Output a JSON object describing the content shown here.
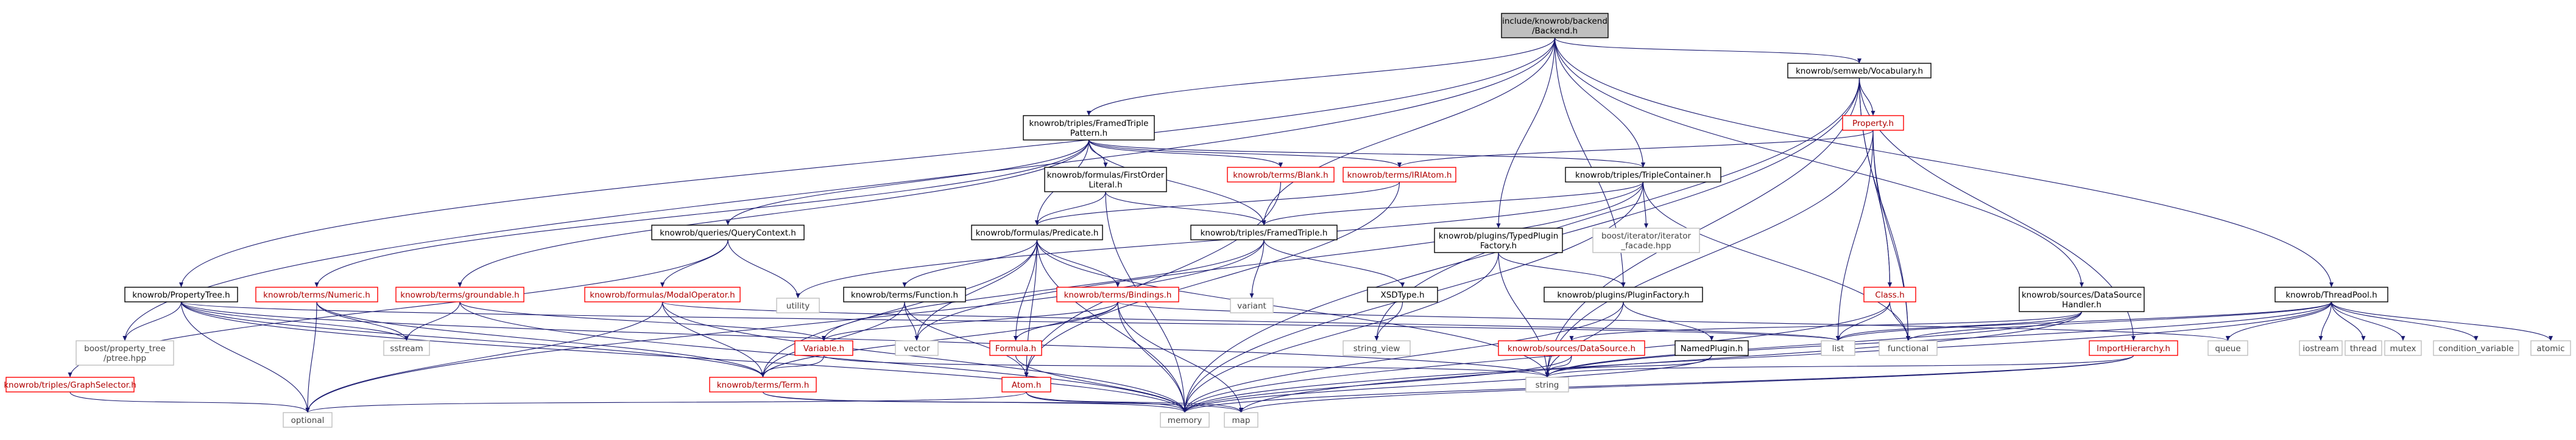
{
  "colors": {
    "edge": "#191970",
    "root_fill": "#bfbfbf",
    "box_border": "#000000",
    "box_fill": "#ffffff",
    "red_border": "#ff0000",
    "red_text": "#b00000",
    "gray_border": "#bfbfbf"
  },
  "nodes": [
    {
      "id": "backend",
      "lines": [
        "include/knowrob/backend",
        "/Backend.h"
      ],
      "kind": "root"
    },
    {
      "id": "framedtriplepattern",
      "lines": [
        "knowrob/triples/FramedTriple",
        "Pattern.h"
      ],
      "kind": "black"
    },
    {
      "id": "vocabulary",
      "lines": [
        "knowrob/semweb/Vocabulary.h"
      ],
      "kind": "black"
    },
    {
      "id": "property_h",
      "lines": [
        "Property.h"
      ],
      "kind": "red"
    },
    {
      "id": "propertytree",
      "lines": [
        "knowrob/PropertyTree.h"
      ],
      "kind": "black"
    },
    {
      "id": "terms_numeric",
      "lines": [
        "knowrob/terms/Numeric.h"
      ],
      "kind": "red"
    },
    {
      "id": "terms_groundable",
      "lines": [
        "knowrob/terms/groundable.h"
      ],
      "kind": "red"
    },
    {
      "id": "formulas_firstorder",
      "lines": [
        "knowrob/formulas/FirstOrder",
        "Literal.h"
      ],
      "kind": "black"
    },
    {
      "id": "terms_blank",
      "lines": [
        "knowrob/terms/Blank.h"
      ],
      "kind": "red"
    },
    {
      "id": "terms_iriatom",
      "lines": [
        "knowrob/terms/IRIAtom.h"
      ],
      "kind": "red"
    },
    {
      "id": "triplecontainer",
      "lines": [
        "knowrob/triples/TripleContainer.h"
      ],
      "kind": "black"
    },
    {
      "id": "querycontext",
      "lines": [
        "knowrob/queries/QueryContext.h"
      ],
      "kind": "black"
    },
    {
      "id": "formulas_predicate",
      "lines": [
        "knowrob/formulas/Predicate.h"
      ],
      "kind": "black"
    },
    {
      "id": "framedtriple",
      "lines": [
        "knowrob/triples/FramedTriple.h"
      ],
      "kind": "black"
    },
    {
      "id": "typedplugin",
      "lines": [
        "knowrob/plugins/TypedPlugin",
        "Factory.h"
      ],
      "kind": "black"
    },
    {
      "id": "iterator_facade",
      "lines": [
        "boost/iterator/iterator",
        "_facade.hpp"
      ],
      "kind": "gray"
    },
    {
      "id": "class_h",
      "lines": [
        "Class.h"
      ],
      "kind": "red"
    },
    {
      "id": "datasourcehandler",
      "lines": [
        "knowrob/sources/DataSource",
        "Handler.h"
      ],
      "kind": "black"
    },
    {
      "id": "threadpool",
      "lines": [
        "knowrob/ThreadPool.h"
      ],
      "kind": "black"
    },
    {
      "id": "modaloperator",
      "lines": [
        "knowrob/formulas/ModalOperator.h"
      ],
      "kind": "red"
    },
    {
      "id": "terms_function",
      "lines": [
        "knowrob/terms/Function.h"
      ],
      "kind": "black"
    },
    {
      "id": "terms_bindings",
      "lines": [
        "knowrob/terms/Bindings.h"
      ],
      "kind": "red"
    },
    {
      "id": "xsdtype",
      "lines": [
        "XSDType.h"
      ],
      "kind": "black"
    },
    {
      "id": "pluginfactory",
      "lines": [
        "knowrob/plugins/PluginFactory.h"
      ],
      "kind": "black"
    },
    {
      "id": "utility",
      "lines": [
        "utility"
      ],
      "kind": "gray"
    },
    {
      "id": "variant",
      "lines": [
        "variant"
      ],
      "kind": "gray"
    },
    {
      "id": "importhierarchy",
      "lines": [
        "ImportHierarchy.h"
      ],
      "kind": "red"
    },
    {
      "id": "ptree",
      "lines": [
        "boost/property_tree",
        "/ptree.hpp"
      ],
      "kind": "gray"
    },
    {
      "id": "sstream",
      "lines": [
        "sstream"
      ],
      "kind": "gray"
    },
    {
      "id": "variable_h",
      "lines": [
        "Variable.h"
      ],
      "kind": "red"
    },
    {
      "id": "vector",
      "lines": [
        "vector"
      ],
      "kind": "gray"
    },
    {
      "id": "formula_h",
      "lines": [
        "Formula.h"
      ],
      "kind": "red"
    },
    {
      "id": "string_view",
      "lines": [
        "string_view"
      ],
      "kind": "gray"
    },
    {
      "id": "datasource",
      "lines": [
        "knowrob/sources/DataSource.h"
      ],
      "kind": "red"
    },
    {
      "id": "namedplugin",
      "lines": [
        "NamedPlugin.h"
      ],
      "kind": "black"
    },
    {
      "id": "list",
      "lines": [
        "list"
      ],
      "kind": "gray"
    },
    {
      "id": "functional",
      "lines": [
        "functional"
      ],
      "kind": "gray"
    },
    {
      "id": "queue",
      "lines": [
        "queue"
      ],
      "kind": "gray"
    },
    {
      "id": "iostream",
      "lines": [
        "iostream"
      ],
      "kind": "gray"
    },
    {
      "id": "thread",
      "lines": [
        "thread"
      ],
      "kind": "gray"
    },
    {
      "id": "mutex",
      "lines": [
        "mutex"
      ],
      "kind": "gray"
    },
    {
      "id": "condition_variable",
      "lines": [
        "condition_variable"
      ],
      "kind": "gray"
    },
    {
      "id": "atomic",
      "lines": [
        "atomic"
      ],
      "kind": "gray"
    },
    {
      "id": "graphselector",
      "lines": [
        "knowrob/triples/GraphSelector.h"
      ],
      "kind": "red"
    },
    {
      "id": "terms_term",
      "lines": [
        "knowrob/terms/Term.h"
      ],
      "kind": "red"
    },
    {
      "id": "atom_h",
      "lines": [
        "Atom.h"
      ],
      "kind": "red"
    },
    {
      "id": "string",
      "lines": [
        "string"
      ],
      "kind": "gray"
    },
    {
      "id": "optional",
      "lines": [
        "optional"
      ],
      "kind": "gray"
    },
    {
      "id": "memory",
      "lines": [
        "memory"
      ],
      "kind": "gray"
    },
    {
      "id": "map",
      "lines": [
        "map"
      ],
      "kind": "gray"
    }
  ],
  "edges": [
    [
      "backend",
      "framedtriplepattern"
    ],
    [
      "backend",
      "vocabulary"
    ],
    [
      "backend",
      "propertytree"
    ],
    [
      "backend",
      "framedtriple"
    ],
    [
      "backend",
      "triplecontainer"
    ],
    [
      "backend",
      "typedplugin"
    ],
    [
      "backend",
      "pluginfactory"
    ],
    [
      "backend",
      "datasourcehandler"
    ],
    [
      "backend",
      "threadpool"
    ],
    [
      "backend",
      "ptree"
    ],
    [
      "vocabulary",
      "property_h"
    ],
    [
      "vocabulary",
      "class_h"
    ],
    [
      "vocabulary",
      "memory"
    ],
    [
      "vocabulary",
      "string"
    ],
    [
      "vocabulary",
      "string_view"
    ],
    [
      "vocabulary",
      "functional"
    ],
    [
      "vocabulary",
      "importhierarchy"
    ],
    [
      "property_h",
      "terms_iriatom"
    ],
    [
      "property_h",
      "class_h"
    ],
    [
      "property_h",
      "list"
    ],
    [
      "property_h",
      "functional"
    ],
    [
      "property_h",
      "string"
    ],
    [
      "class_h",
      "list"
    ],
    [
      "class_h",
      "functional"
    ],
    [
      "class_h",
      "memory"
    ],
    [
      "framedtriplepattern",
      "terms_numeric"
    ],
    [
      "framedtriplepattern",
      "terms_groundable"
    ],
    [
      "framedtriplepattern",
      "formulas_firstorder"
    ],
    [
      "framedtriplepattern",
      "terms_blank"
    ],
    [
      "framedtriplepattern",
      "terms_iriatom"
    ],
    [
      "framedtriplepattern",
      "triplecontainer"
    ],
    [
      "framedtriplepattern",
      "querycontext"
    ],
    [
      "framedtriplepattern",
      "formulas_predicate"
    ],
    [
      "framedtriplepattern",
      "framedtriple"
    ],
    [
      "formulas_firstorder",
      "formulas_predicate"
    ],
    [
      "formulas_firstorder",
      "framedtriple"
    ],
    [
      "formulas_firstorder",
      "memory"
    ],
    [
      "terms_blank",
      "atom_h"
    ],
    [
      "terms_iriatom",
      "atom_h"
    ],
    [
      "terms_iriatom",
      "formulas_predicate"
    ],
    [
      "triplecontainer",
      "framedtriple"
    ],
    [
      "triplecontainer",
      "iterator_facade"
    ],
    [
      "triplecontainer",
      "memory"
    ],
    [
      "triplecontainer",
      "functional"
    ],
    [
      "triplecontainer",
      "vector"
    ],
    [
      "triplecontainer",
      "utility"
    ],
    [
      "querycontext",
      "modaloperator"
    ],
    [
      "querycontext",
      "utility"
    ],
    [
      "querycontext",
      "graphselector"
    ],
    [
      "formulas_predicate",
      "terms_function"
    ],
    [
      "formulas_predicate",
      "terms_bindings"
    ],
    [
      "formulas_predicate",
      "formula_h"
    ],
    [
      "formulas_predicate",
      "terms_term"
    ],
    [
      "formulas_predicate",
      "atom_h"
    ],
    [
      "formulas_predicate",
      "vector"
    ],
    [
      "formulas_predicate",
      "string"
    ],
    [
      "formulas_predicate",
      "memory"
    ],
    [
      "framedtriple",
      "xsdtype"
    ],
    [
      "framedtriple",
      "variant"
    ],
    [
      "framedtriple",
      "optional"
    ],
    [
      "framedtriple",
      "variable_h"
    ],
    [
      "typedplugin",
      "pluginfactory"
    ],
    [
      "typedplugin",
      "string"
    ],
    [
      "typedplugin",
      "memory"
    ],
    [
      "pluginfactory",
      "namedplugin"
    ],
    [
      "pluginfactory",
      "string"
    ],
    [
      "pluginfactory",
      "memory"
    ],
    [
      "namedplugin",
      "string"
    ],
    [
      "namedplugin",
      "memory"
    ],
    [
      "datasourcehandler",
      "datasource"
    ],
    [
      "datasourcehandler",
      "list"
    ],
    [
      "datasourcehandler",
      "string"
    ],
    [
      "datasourcehandler",
      "map"
    ],
    [
      "threadpool",
      "queue"
    ],
    [
      "threadpool",
      "iostream"
    ],
    [
      "threadpool",
      "thread"
    ],
    [
      "threadpool",
      "mutex"
    ],
    [
      "threadpool",
      "condition_variable"
    ],
    [
      "threadpool",
      "atomic"
    ],
    [
      "threadpool",
      "functional"
    ],
    [
      "threadpool",
      "list"
    ],
    [
      "threadpool",
      "string"
    ],
    [
      "threadpool",
      "memory"
    ],
    [
      "xsdtype",
      "string_view"
    ],
    [
      "modaloperator",
      "terms_term"
    ],
    [
      "modaloperator",
      "memory"
    ],
    [
      "modaloperator",
      "optional"
    ],
    [
      "modaloperator",
      "list"
    ],
    [
      "terms_function",
      "vector"
    ],
    [
      "terms_function",
      "terms_term"
    ],
    [
      "terms_function",
      "atom_h"
    ],
    [
      "terms_bindings",
      "variable_h"
    ],
    [
      "terms_bindings",
      "formula_h"
    ],
    [
      "terms_bindings",
      "map"
    ],
    [
      "terms_bindings",
      "memory"
    ],
    [
      "terms_bindings",
      "queue"
    ],
    [
      "terms_bindings",
      "terms_term"
    ],
    [
      "propertytree",
      "ptree"
    ],
    [
      "propertytree",
      "sstream"
    ],
    [
      "propertytree",
      "optional"
    ],
    [
      "propertytree",
      "terms_term"
    ],
    [
      "propertytree",
      "string"
    ],
    [
      "propertytree",
      "list"
    ],
    [
      "propertytree",
      "memory"
    ],
    [
      "terms_numeric",
      "sstream"
    ],
    [
      "terms_numeric",
      "optional"
    ],
    [
      "terms_numeric",
      "terms_term"
    ],
    [
      "terms_groundable",
      "variable_h"
    ],
    [
      "terms_groundable",
      "sstream"
    ],
    [
      "terms_groundable",
      "memory"
    ],
    [
      "variable_h",
      "terms_term"
    ],
    [
      "variable_h",
      "string"
    ],
    [
      "formula_h",
      "memory"
    ],
    [
      "datasource",
      "string"
    ],
    [
      "datasource",
      "memory"
    ],
    [
      "importhierarchy",
      "string"
    ],
    [
      "importhierarchy",
      "memory"
    ],
    [
      "importhierarchy",
      "map"
    ],
    [
      "graphselector",
      "optional"
    ],
    [
      "terms_term",
      "memory"
    ],
    [
      "terms_term",
      "map"
    ],
    [
      "atom_h",
      "map"
    ],
    [
      "atom_h",
      "optional"
    ],
    [
      "atom_h",
      "memory"
    ]
  ]
}
